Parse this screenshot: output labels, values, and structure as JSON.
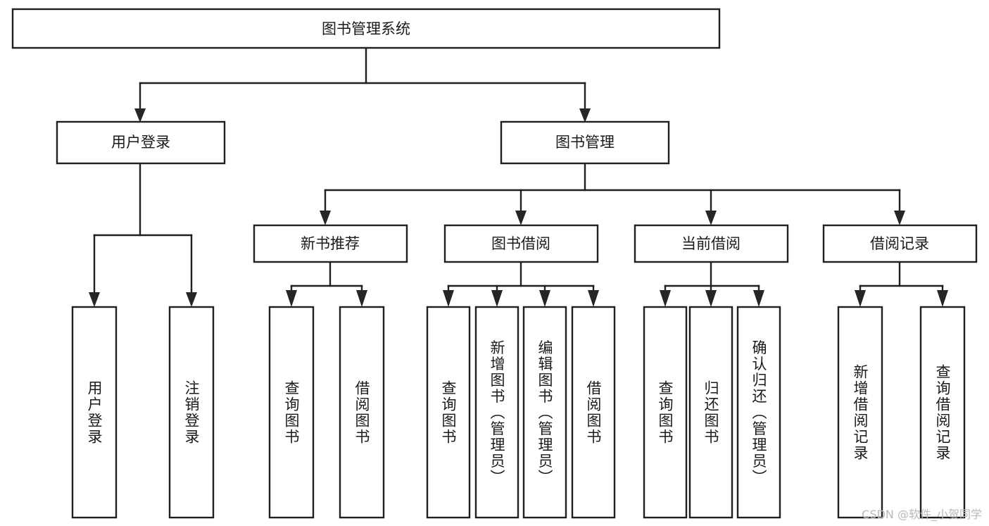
{
  "diagram": {
    "type": "tree-hierarchy-chart",
    "title": "图书管理系统",
    "orientation": "top-down",
    "colors": {
      "box_fill": "#ffffff",
      "box_stroke": "#1f1f1f",
      "text": "#1a1a1a",
      "background": "#ffffff",
      "watermark": "#b9b9b9"
    },
    "levels": 4,
    "root": {
      "id": "root",
      "label": "图书管理系统",
      "orientation": "horizontal"
    },
    "level2": [
      {
        "id": "user-login",
        "label": "用户登录",
        "orientation": "horizontal"
      },
      {
        "id": "book-management",
        "label": "图书管理",
        "orientation": "horizontal"
      }
    ],
    "level3": [
      {
        "id": "new-book-recommend",
        "label": "新书推荐",
        "orientation": "horizontal",
        "parent": "book-management"
      },
      {
        "id": "book-borrow",
        "label": "图书借阅",
        "orientation": "horizontal",
        "parent": "book-management"
      },
      {
        "id": "current-borrow",
        "label": "当前借阅",
        "orientation": "horizontal",
        "parent": "book-management"
      },
      {
        "id": "borrow-record",
        "label": "借阅记录",
        "orientation": "horizontal",
        "parent": "book-management"
      }
    ],
    "leaves": [
      {
        "id": "leaf-user-login",
        "label": "用户登录",
        "orientation": "vertical",
        "parent": "user-login"
      },
      {
        "id": "leaf-logout-login",
        "label": "注销登录",
        "orientation": "vertical",
        "parent": "user-login"
      },
      {
        "id": "leaf-query-book-1",
        "label": "查询图书",
        "orientation": "vertical",
        "parent": "new-book-recommend"
      },
      {
        "id": "leaf-borrow-book-1",
        "label": "借阅图书",
        "orientation": "vertical",
        "parent": "new-book-recommend"
      },
      {
        "id": "leaf-query-book-2",
        "label": "查询图书",
        "orientation": "vertical",
        "parent": "book-borrow"
      },
      {
        "id": "leaf-add-book",
        "label": "新增图书（管理员）",
        "orientation": "vertical",
        "parent": "book-borrow"
      },
      {
        "id": "leaf-edit-book",
        "label": "编辑图书（管理员）",
        "orientation": "vertical",
        "parent": "book-borrow"
      },
      {
        "id": "leaf-borrow-book-2",
        "label": "借阅图书",
        "orientation": "vertical",
        "parent": "book-borrow"
      },
      {
        "id": "leaf-query-book-3",
        "label": "查询图书",
        "orientation": "vertical",
        "parent": "current-borrow"
      },
      {
        "id": "leaf-return-book",
        "label": "归还图书",
        "orientation": "vertical",
        "parent": "current-borrow"
      },
      {
        "id": "leaf-confirm-return",
        "label": "确认归还（管理员）",
        "orientation": "vertical",
        "parent": "current-borrow"
      },
      {
        "id": "leaf-add-record",
        "label": "新增借阅记录",
        "orientation": "vertical",
        "parent": "borrow-record"
      },
      {
        "id": "leaf-query-record",
        "label": "查询借阅记录",
        "orientation": "vertical",
        "parent": "borrow-record"
      }
    ]
  },
  "watermark": {
    "text": "CSDN @软件_小贺同学"
  }
}
